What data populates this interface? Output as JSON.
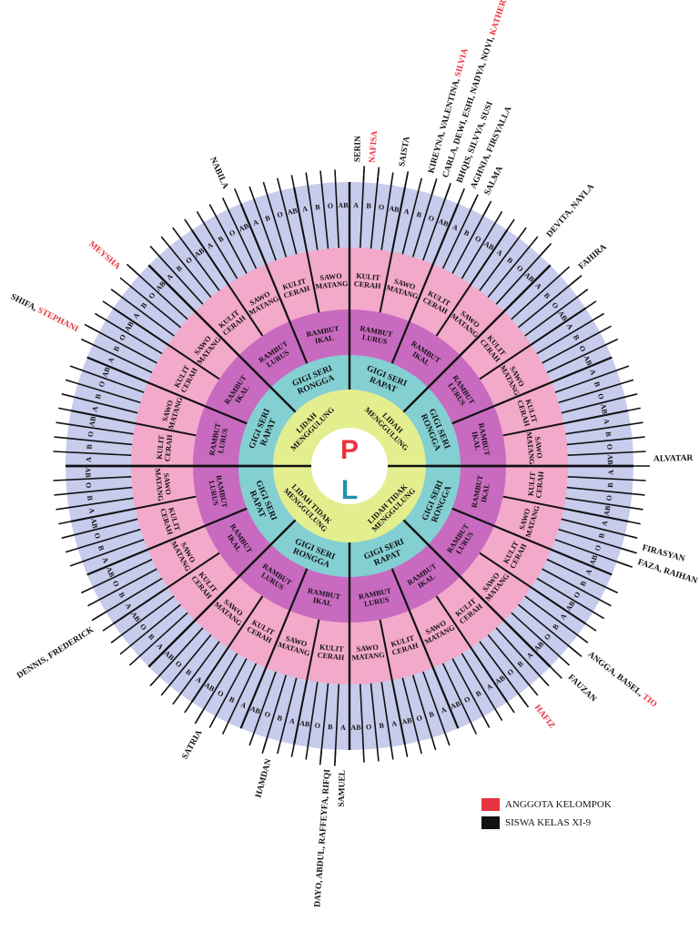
{
  "center": {
    "top_letter": "P",
    "bottom_letter": "L",
    "top_color": "#e8333f",
    "bottom_color": "#1f8fb0"
  },
  "colors": {
    "ring_lidah": "#e3ee8f",
    "ring_gigi": "#84cfd2",
    "ring_rambut": "#c86ac0",
    "ring_kulit": "#f3a9c9",
    "ring_blood": "#c7cbec",
    "spoke": "#111111",
    "highlight": "#e8333f"
  },
  "rings": {
    "lidah": [
      {
        "label": "LIDAH",
        "label2": "MENGGULUNG"
      },
      {
        "label": "LIDAH TIDAK",
        "label2": "MENGGULUNG"
      },
      {
        "label": "LIDAH TIDAK",
        "label2": "MENGGULUNG"
      },
      {
        "label": "LIDAH",
        "label2": "MENGGULUNG"
      }
    ],
    "gigi": [
      {
        "label": "GIGI SERI",
        "label2": "RAPAT"
      },
      {
        "label": "GIGI SERI",
        "label2": "RONGGA"
      },
      {
        "label": "GIGI SERI",
        "label2": "RONGGA"
      },
      {
        "label": "GIGI SERI",
        "label2": "RAPAT"
      },
      {
        "label": "GIGI SERI",
        "label2": "RONGGA"
      },
      {
        "label": "GIGI SERI",
        "label2": "RAPAT"
      },
      {
        "label": "GIGI SERI",
        "label2": "RAPAT"
      },
      {
        "label": "GIGI SERI",
        "label2": "RONGGA"
      }
    ],
    "rambut": [
      {
        "label": "RAMBUT",
        "label2": "LURUS"
      },
      {
        "label": "RAMBUT",
        "label2": "IKAL"
      },
      {
        "label": "RAMBUT",
        "label2": "LURUS"
      },
      {
        "label": "RAMBUT",
        "label2": "IKAL"
      },
      {
        "label": "RAMBUT",
        "label2": "IKAL"
      },
      {
        "label": "RAMBUT",
        "label2": "LURUS"
      },
      {
        "label": "RAMBUT",
        "label2": "IKAL"
      },
      {
        "label": "RAMBUT",
        "label2": "LURUS"
      },
      {
        "label": "RAMBUT",
        "label2": "IKAL"
      },
      {
        "label": "RAMBUT",
        "label2": "LURUS"
      },
      {
        "label": "RAMBUT",
        "label2": "IKAL"
      },
      {
        "label": "RAMBUT",
        "label2": "LURUS"
      },
      {
        "label": "RAMBUT",
        "label2": "LURUS"
      },
      {
        "label": "RAMBUT",
        "label2": "IKAL"
      },
      {
        "label": "RAMBUT",
        "label2": "LURUS"
      },
      {
        "label": "RAMBUT",
        "label2": "IKAL"
      }
    ],
    "kulit": [
      {
        "label": "KULIT",
        "label2": "CERAH"
      },
      {
        "label": "SAWO",
        "label2": "MATANG"
      },
      {
        "label": "KULIT",
        "label2": "CERAH"
      },
      {
        "label": "SAWO",
        "label2": "MATANG"
      },
      {
        "label": "KULIT",
        "label2": "CERAH"
      },
      {
        "label": "SAWO",
        "label2": "MATANG"
      },
      {
        "label": "KULIT",
        "label2": "CERAH"
      },
      {
        "label": "SAWO",
        "label2": "MATANG"
      },
      {
        "label": "KULIT",
        "label2": "CERAH"
      },
      {
        "label": "SAWO",
        "label2": "MATANG"
      },
      {
        "label": "KULIT",
        "label2": "CERAH"
      },
      {
        "label": "SAWO",
        "label2": "MATANG"
      },
      {
        "label": "KULIT",
        "label2": "CERAH"
      },
      {
        "label": "SAWO",
        "label2": "MATANG"
      },
      {
        "label": "KULIT",
        "label2": "CERAH"
      },
      {
        "label": "SAWO",
        "label2": "MATANG"
      },
      {
        "label": "KULIT",
        "label2": "CERAH"
      },
      {
        "label": "SAWO",
        "label2": "MATANG"
      },
      {
        "label": "KULIT",
        "label2": "CERAH"
      },
      {
        "label": "SAWO",
        "label2": "MATANG"
      },
      {
        "label": "KULIT",
        "label2": "CERAH"
      },
      {
        "label": "SAWO",
        "label2": "MATANG"
      },
      {
        "label": "KULIT",
        "label2": "CERAH"
      },
      {
        "label": "SAWO",
        "label2": "MATANG"
      },
      {
        "label": "KULIT",
        "label2": "CERAH"
      },
      {
        "label": "SAWO",
        "label2": "MATANG"
      },
      {
        "label": "KULIT",
        "label2": "CERAH"
      },
      {
        "label": "SAWO",
        "label2": "MATANG"
      },
      {
        "label": "KULIT",
        "label2": "CERAH"
      },
      {
        "label": "SAWO",
        "label2": "MATANG"
      },
      {
        "label": "KULIT",
        "label2": "CERAH"
      },
      {
        "label": "SAWO",
        "label2": "MATANG"
      }
    ],
    "blood_cycle": [
      "A",
      "B",
      "O",
      "AB"
    ]
  },
  "annotations": [
    {
      "segment": 1,
      "parts": [
        {
          "text": "SERIN",
          "hl": false
        }
      ]
    },
    {
      "segment": 2,
      "parts": [
        {
          "text": "NAFISA",
          "hl": true
        }
      ]
    },
    {
      "segment": 4,
      "parts": [
        {
          "text": "SAISTA",
          "hl": false
        }
      ]
    },
    {
      "segment": 6,
      "parts": [
        {
          "text": "KIREYNA, VALENTINA, ",
          "hl": false
        },
        {
          "text": "SILVIA",
          "hl": true
        }
      ]
    },
    {
      "segment": 7,
      "parts": [
        {
          "text": "CARLA, DEWI, ESHI, NADYA, NOVI, ",
          "hl": false
        },
        {
          "text": "KATHERINE",
          "hl": true
        }
      ]
    },
    {
      "segment": 8,
      "parts": [
        {
          "text": "BHQIS, SILVYA, SUSI",
          "hl": false
        }
      ]
    },
    {
      "segment": 9,
      "parts": [
        {
          "text": "AGHNIA, FIRSYALLA",
          "hl": false
        }
      ]
    },
    {
      "segment": 10,
      "parts": [
        {
          "text": "SALMA",
          "hl": false
        }
      ]
    },
    {
      "segment": 15,
      "parts": [
        {
          "text": "DEVITA, NAYLA",
          "hl": false
        }
      ]
    },
    {
      "segment": 18,
      "parts": [
        {
          "text": "FAHIRA",
          "hl": false
        }
      ]
    },
    {
      "segment": 32,
      "parts": [
        {
          "text": "ALVATAR",
          "hl": false
        }
      ]
    },
    {
      "segment": 38,
      "parts": [
        {
          "text": "FIRASYAN",
          "hl": false
        }
      ]
    },
    {
      "segment": 39,
      "parts": [
        {
          "text": "FAZA, RAIHAN",
          "hl": false
        }
      ]
    },
    {
      "segment": 46,
      "parts": [
        {
          "text": "ANGGA, BASEL, ",
          "hl": false
        },
        {
          "text": "TIO",
          "hl": true
        }
      ]
    },
    {
      "segment": 48,
      "parts": [
        {
          "text": "FAUZAN",
          "hl": false
        }
      ]
    },
    {
      "segment": 51,
      "parts": [
        {
          "text": "HAFIZ",
          "hl": true
        }
      ]
    },
    {
      "segment": 65,
      "parts": [
        {
          "text": "SAMUEL",
          "hl": false
        }
      ]
    },
    {
      "segment": 66,
      "parts": [
        {
          "text": "DAYO, ABDUL, RAFFEYFA, RIFQI",
          "hl": false
        }
      ]
    },
    {
      "segment": 70,
      "parts": [
        {
          "text": "HAMDAN",
          "hl": false
        }
      ]
    },
    {
      "segment": 75,
      "parts": [
        {
          "text": "SATRIA",
          "hl": false
        }
      ]
    },
    {
      "segment": 85,
      "parts": [
        {
          "text": "DENNIS, FREDERICK",
          "hl": false
        }
      ]
    },
    {
      "segment": 106,
      "parts": [
        {
          "text": "SHIFA, ",
          "hl": false
        },
        {
          "text": "STEPHANI",
          "hl": true
        }
      ]
    },
    {
      "segment": 111,
      "parts": [
        {
          "text": "MEYSHA",
          "hl": true
        }
      ]
    },
    {
      "segment": 120,
      "parts": [
        {
          "text": "NABILA",
          "hl": false
        }
      ]
    }
  ],
  "legend": [
    {
      "label": "ANGGOTA KELOMPOK",
      "color": "#e8333f"
    },
    {
      "label": "SISWA KELAS XI-9",
      "color": "#111111"
    }
  ]
}
